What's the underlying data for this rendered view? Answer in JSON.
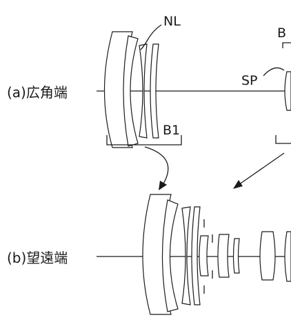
{
  "labels": {
    "nl": "NL",
    "b_partial": "B",
    "sp": "SP",
    "wide_end": "(a)広角端",
    "tele_end": "(b)望遠端",
    "b1": "B1"
  }
}
